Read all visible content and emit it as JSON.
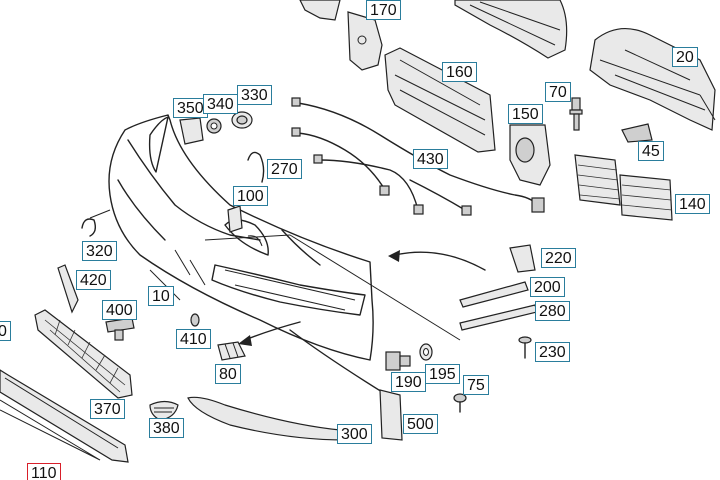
{
  "callouts": {
    "c170": "170",
    "c20": "20",
    "c160": "160",
    "c70": "70",
    "c350": "350",
    "c340": "340",
    "c330": "330",
    "c150": "150",
    "c45": "45",
    "c270": "270",
    "c430": "430",
    "c140": "140",
    "c100": "100",
    "c320": "320",
    "c220": "220",
    "c420": "420",
    "c200": "200",
    "c10": "10",
    "c400": "400",
    "c280": "280",
    "c410": "410",
    "c230": "230",
    "c80": "80",
    "c190": "190",
    "c195": "195",
    "c75": "75",
    "c370": "370",
    "c380": "380",
    "c500": "500",
    "c300": "300",
    "c110": "110",
    "c0": "0"
  },
  "colors": {
    "callout_border": "#2a7d9c",
    "selected_border": "#d81f2a"
  }
}
